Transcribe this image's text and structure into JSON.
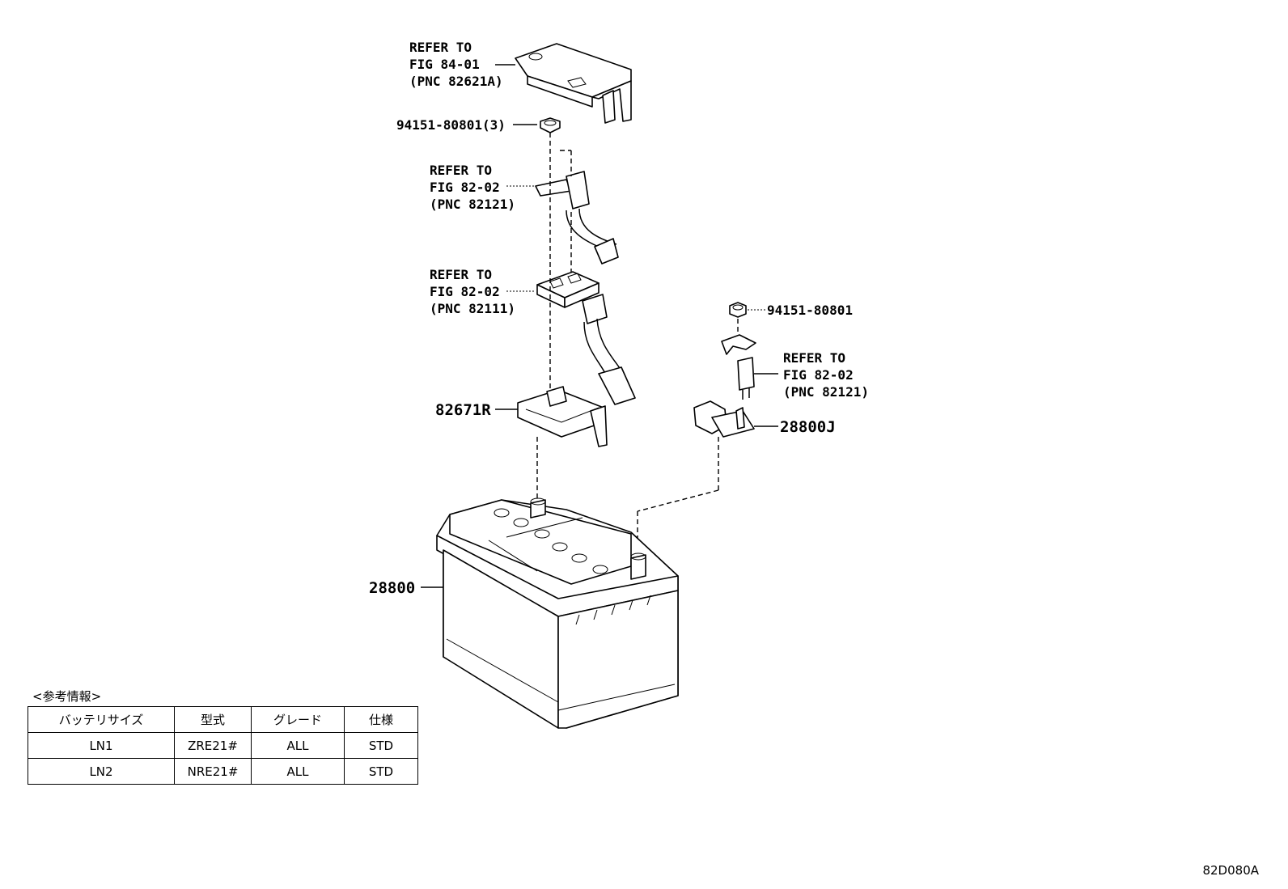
{
  "labels": {
    "refer_cover": [
      "REFER TO",
      "FIG 84-01",
      "(PNC 82621A)"
    ],
    "nut_top": "94151-80801(3)",
    "refer_wire1": [
      "REFER TO",
      "FIG 82-02",
      "(PNC 82121)"
    ],
    "refer_fuse": [
      "REFER TO",
      "FIG 82-02",
      "(PNC 82111)"
    ],
    "bracket": "82671R",
    "nut_right": "94151-80801",
    "refer_wire2": [
      "REFER TO",
      "FIG 82-02",
      "(PNC 82121)"
    ],
    "terminal": "28800J",
    "battery": "28800"
  },
  "reference": {
    "caption": "<参考情報>",
    "headers": [
      "バッテリサイズ",
      "型式",
      "グレード",
      "仕様"
    ],
    "rows": [
      [
        "LN1",
        "ZRE21#",
        "ALL",
        "STD"
      ],
      [
        "LN2",
        "NRE21#",
        "ALL",
        "STD"
      ]
    ]
  },
  "diagram_code": "82D080A"
}
